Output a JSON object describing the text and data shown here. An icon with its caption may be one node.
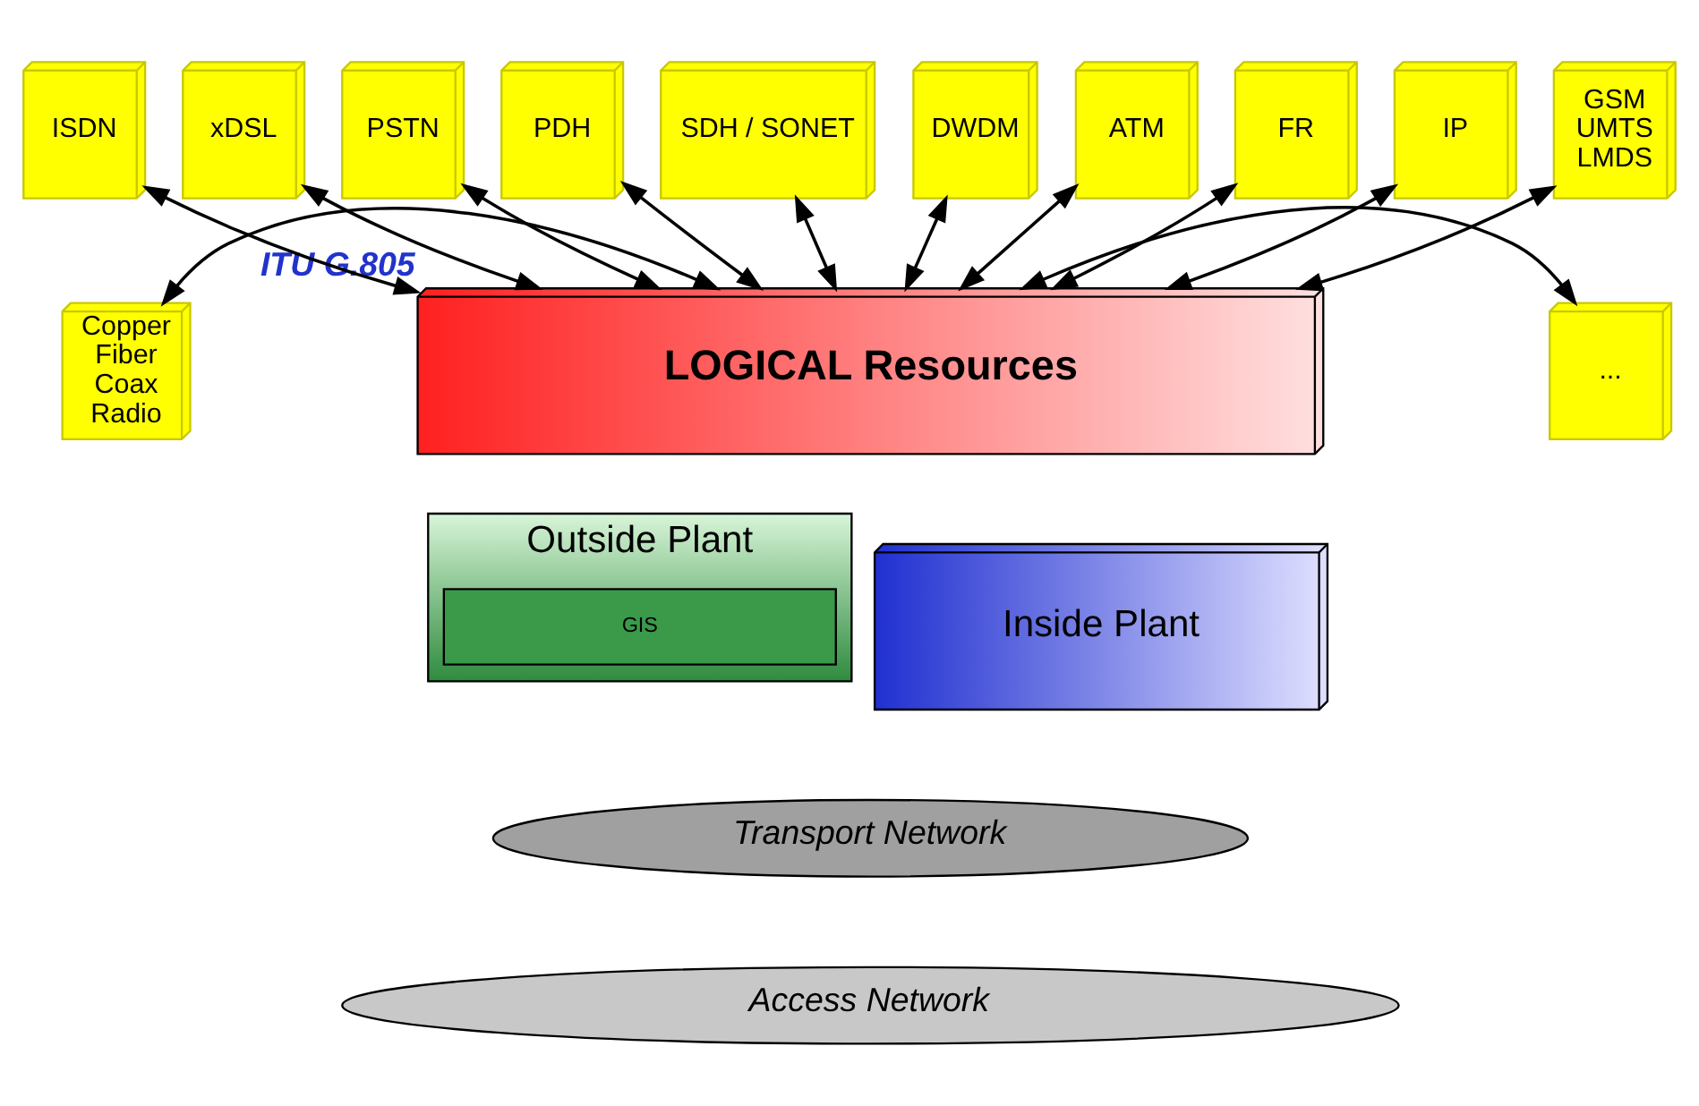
{
  "diagram": {
    "nodes": [
      {
        "text": [
          "LOGICAL Resources"
        ],
        "beside": [
          "ITU G.805"
        ]
      },
      {
        "text": [
          "Copper Fiber Coax Radio"
        ]
      },
      {
        "text": [
          "ISDN"
        ]
      },
      {
        "text": [
          "xDSL"
        ]
      },
      {
        "text": [
          "PSTN"
        ]
      },
      {
        "text": [
          "PDH"
        ]
      },
      {
        "text": [
          "SDH / SONET"
        ]
      },
      {
        "text": [
          "DWDM"
        ]
      },
      {
        "text": [
          "ATM"
        ]
      },
      {
        "text": [
          "FR"
        ]
      },
      {
        "text": [
          "IP"
        ]
      },
      {
        "text": [
          "GSM UMTS LMDS"
        ]
      },
      {
        "text": [
          "..."
        ]
      },
      {
        "text": [
          "Outside Plant"
        ]
      },
      {
        "text": [
          "GIS"
        ],
        "in": 13
      },
      {
        "text": [
          "Inside Plant"
        ]
      },
      {
        "text": [
          "Transport Network"
        ]
      },
      {
        "text": [
          "Access Network"
        ]
      }
    ],
    "edges": [
      {
        "from": 1,
        "to": 0,
        "arrow": "both"
      },
      {
        "from": 2,
        "to": 0,
        "arrow": "both"
      },
      {
        "from": 3,
        "to": 0,
        "arrow": "both"
      },
      {
        "from": 4,
        "to": 0,
        "arrow": "both"
      },
      {
        "from": 5,
        "to": 0,
        "arrow": "both"
      },
      {
        "from": 6,
        "to": 0,
        "arrow": "both"
      },
      {
        "from": 7,
        "to": 0,
        "arrow": "both"
      },
      {
        "from": 8,
        "to": 0,
        "arrow": "both"
      },
      {
        "from": 9,
        "to": 0,
        "arrow": "both"
      },
      {
        "from": 10,
        "to": 0,
        "arrow": "both"
      },
      {
        "from": 11,
        "to": 0,
        "arrow": "both"
      },
      {
        "from": 12,
        "to": 0,
        "arrow": "both"
      }
    ]
  }
}
